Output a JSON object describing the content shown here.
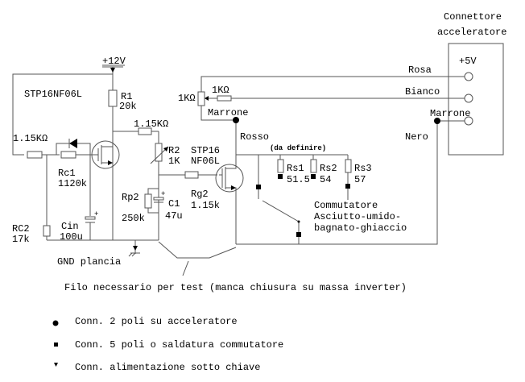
{
  "diagram": {
    "supply": "+12V",
    "mosfet1": "STP16NF06L",
    "mosfet2_line1": "STP16",
    "mosfet2_line2": "NF06L",
    "r1_name": "R1",
    "r1_value": "20k",
    "r_in_value": "1.15KΩ",
    "r_mid_value": "1.15KΩ",
    "rc1_name": "Rc1",
    "rc1_value": "1120k",
    "rc2_name": "RC2",
    "rc2_value": "17k",
    "cin_name": "Cin",
    "cin_value": "100u",
    "r2_name": "R2",
    "r2_value": "1K",
    "rp2_name": "Rp2",
    "rp2_value": "250k",
    "c1_name": "C1",
    "c1_value": "47u",
    "rg2_name": "Rg2",
    "rg2_value": "1.15k",
    "gnd_label": "GND plancia",
    "pot_value": "1KΩ",
    "pot_series": "1KΩ",
    "wire_marrone_left": "Marrone",
    "wire_rosso": "Rosso",
    "to_define": "(da definire)",
    "rs1_name": "Rs1",
    "rs1_value": "51.5",
    "rs2_name": "Rs2",
    "rs2_value": "54",
    "rs3_name": "Rs3",
    "rs3_value": "57",
    "switch_line1": "Commutatore",
    "switch_line2": "Asciutto-umido-",
    "switch_line3": "bagnato-ghiaccio",
    "connector_title1": "Connettore",
    "connector_title2": "acceleratore",
    "connector_5v": "+5V",
    "wire_rosa": "Rosa",
    "wire_bianco": "Bianco",
    "wire_marrone_right": "Marrone",
    "wire_nero": "Nero",
    "note": "Filo necessario per test (manca chiusura su massa inverter)"
  },
  "legend": [
    {
      "symbol": "circle",
      "text": "Conn. 2 poli su acceleratore"
    },
    {
      "symbol": "square",
      "text": "Conn. 5 poli o saldatura commutatore"
    },
    {
      "symbol": "triangle",
      "text": "Conn. alimentazione sotto chiave"
    }
  ]
}
